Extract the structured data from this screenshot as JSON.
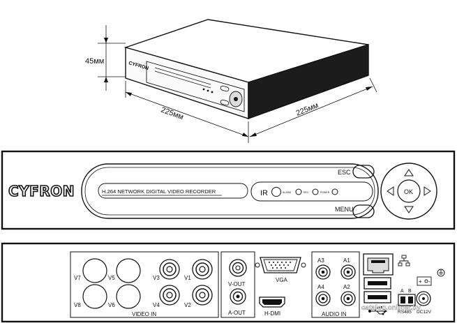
{
  "dimensions": {
    "height": "45мм",
    "width": "225мм",
    "depth": "225мм"
  },
  "front_panel": {
    "brand": "CYFRON",
    "model_text": "H.264 NETWORK DIGITAL VIDEO RECORDER",
    "ir_label": "IR",
    "led_labels": [
      "ALARM",
      "REC",
      "POWER"
    ],
    "esc_label": "ESC",
    "menu_label": "MENU",
    "ok_label": "OK"
  },
  "rear_panel": {
    "video_inputs": [
      "V7",
      "V5",
      "V3",
      "V1",
      "V8",
      "V6",
      "V4",
      "V2"
    ],
    "video_in_label": "VIDEO IN",
    "vout_label": "V-OUT",
    "aout_label": "A-OUT",
    "vga_label": "VGA",
    "hdmi_label": "H-DMI",
    "audio_inputs": [
      "A3",
      "A1",
      "A4",
      "A2"
    ],
    "audio_in_label": "AUDIO IN",
    "rs485_pins": [
      "A",
      "B"
    ],
    "rs485_label": "RS485",
    "power_label": "DC12V"
  },
  "watermark": "catalog.onliner.by"
}
